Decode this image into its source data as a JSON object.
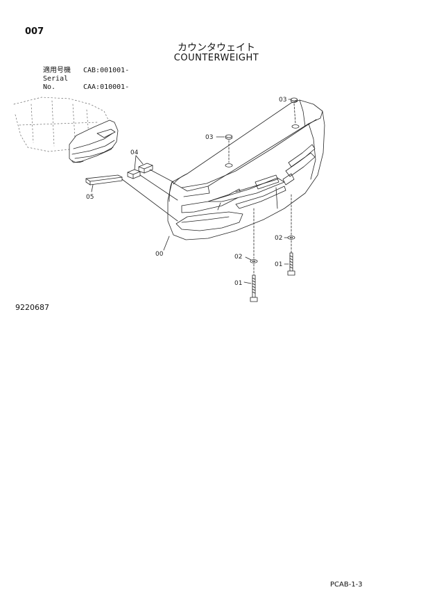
{
  "header": {
    "page_number": "007",
    "title_jp": "カウンタウェイト",
    "title_en": "COUNTERWEIGHT"
  },
  "serial": {
    "jp_label": "適用号機",
    "jp_value": "CAB:001001-",
    "en_label": "Serial No.",
    "en_value": "CAA:010001-"
  },
  "callouts": {
    "c00": "00",
    "c01a": "01",
    "c01b": "01",
    "c02a": "02",
    "c02b": "02",
    "c03a": "03",
    "c03b": "03",
    "c04": "04",
    "c05": "05"
  },
  "document_id": "9220687",
  "footer_code": "PCAB-1-3"
}
